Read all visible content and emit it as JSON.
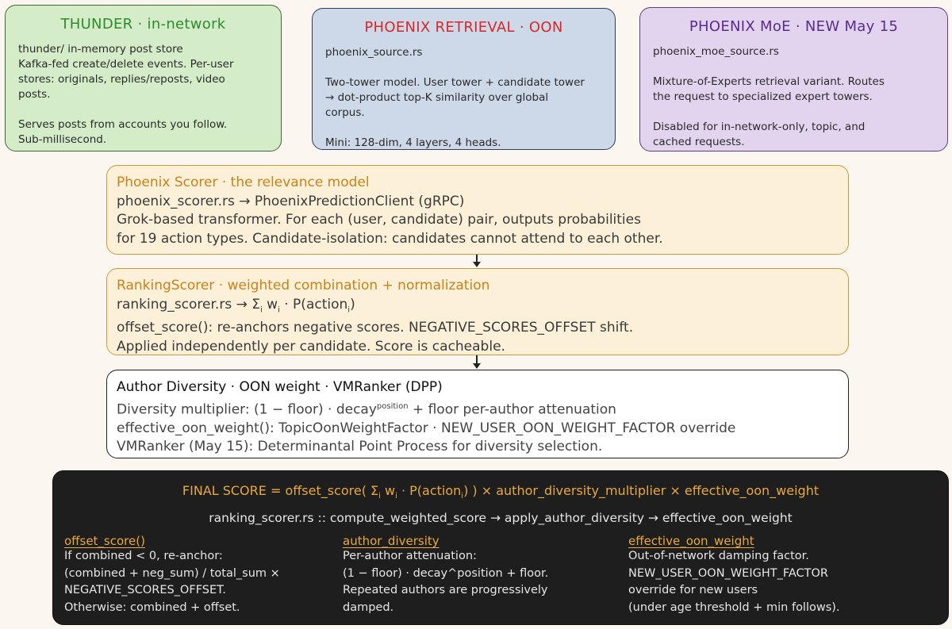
{
  "thunder": {
    "title": "THUNDER · in-network",
    "lines": [
      "thunder/  in-memory post store",
      "Kafka-fed create/delete events. Per-user",
      "stores: originals, replies/reposts, video",
      "posts."
    ],
    "lines2": [
      "Serves posts from accounts you follow.",
      "Sub-millisecond."
    ]
  },
  "phoenix": {
    "title": "PHOENIX RETRIEVAL · OON",
    "file": "phoenix_source.rs",
    "lines": [
      "Two-tower model. User tower + candidate tower",
      "→ dot-product top-K similarity over global",
      "corpus."
    ],
    "mini": "Mini: 128-dim, 4 layers, 4 heads."
  },
  "moe": {
    "title": "PHOENIX MoE · NEW May 15",
    "file": "phoenix_moe_source.rs",
    "lines": [
      "Mixture-of-Experts retrieval variant. Routes",
      "the request to specialized expert towers."
    ],
    "lines2": [
      "Disabled for in-network-only, topic, and",
      "cached requests."
    ]
  },
  "scorer": {
    "title": "Phoenix Scorer · the relevance model",
    "lines": [
      "phoenix_scorer.rs  →  PhoenixPredictionClient (gRPC)",
      "Grok-based transformer. For each (user, candidate) pair, outputs probabilities",
      "for 19 action types. Candidate-isolation: candidates cannot attend to each other."
    ]
  },
  "ranking": {
    "title": "RankingScorer · weighted combination + normalization",
    "formula_pre": "ranking_scorer.rs  →  Σ",
    "sub_i": "i",
    "formula_w": " w",
    "formula_mid": " · P(action",
    "formula_end": ")",
    "lines": [
      "offset_score(): re-anchors negative scores. NEGATIVE_SCORES_OFFSET shift.",
      "Applied independently per candidate. Score is cacheable."
    ]
  },
  "diversity": {
    "title": "Author Diversity · OON weight · VMRanker (DPP)",
    "mult_pre": "Diversity multiplier:  (1 − floor) · decay",
    "mult_sup": "position",
    "mult_post": " + floor   per-author attenuation",
    "lines": [
      "effective_oon_weight():  TopicOonWeightFactor · NEW_USER_OON_WEIGHT_FACTOR override",
      "VMRanker (May 15): Determinantal Point Process for diversity selection."
    ]
  },
  "final": {
    "f1": "FINAL SCORE  =  offset_score( Σ",
    "f2": " w",
    "f3": " · P(action",
    "f4": ") )  ×  author_diversity_multiplier  ×  effective_oon_weight",
    "sub_i": "i",
    "pipeline": "ranking_scorer.rs  ::  compute_weighted_score  →  apply_author_diversity  →  effective_oon_weight",
    "col1": {
      "head": "offset_score()",
      "lines": [
        "If combined < 0, re-anchor:",
        "(combined + neg_sum) / total_sum ×",
        "NEGATIVE_SCORES_OFFSET.",
        "Otherwise: combined + offset."
      ]
    },
    "col2": {
      "head": "author_diversity",
      "lines": [
        "Per-author attenuation:",
        "(1 − floor) · decay^position + floor.",
        "Repeated authors are progressively",
        "damped."
      ]
    },
    "col3": {
      "head": "effective_oon_weight",
      "lines": [
        "Out-of-network damping factor.",
        "NEW_USER_OON_WEIGHT_FACTOR",
        "override for new users",
        "(under age threshold + min follows)."
      ]
    }
  }
}
